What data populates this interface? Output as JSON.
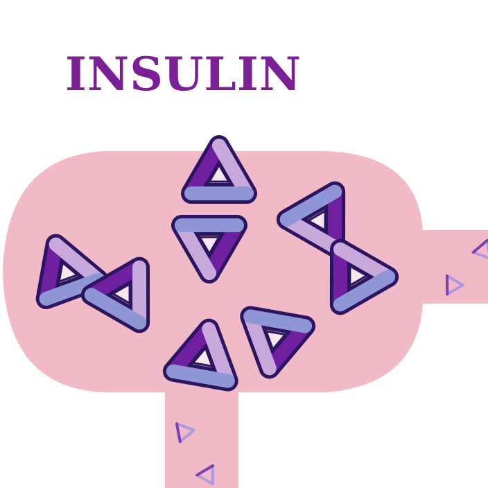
{
  "title": "INSULIN",
  "colors": {
    "title": "#7a1f96",
    "cell": "#f2b9c6",
    "outline": "#2b1560",
    "dark_purple": "#6f1fa0",
    "light_blue": "#8f96d6",
    "lavender": "#c9a8dc",
    "hole": "#f6e6ee",
    "secreted": "#a89be0"
  },
  "structures": {
    "cell_body": "cell-body",
    "vessel_right": "vessel-right",
    "vessel_bottom": "vessel-bottom"
  },
  "icons": [
    "insulin-trimer",
    "insulin-molecule"
  ]
}
